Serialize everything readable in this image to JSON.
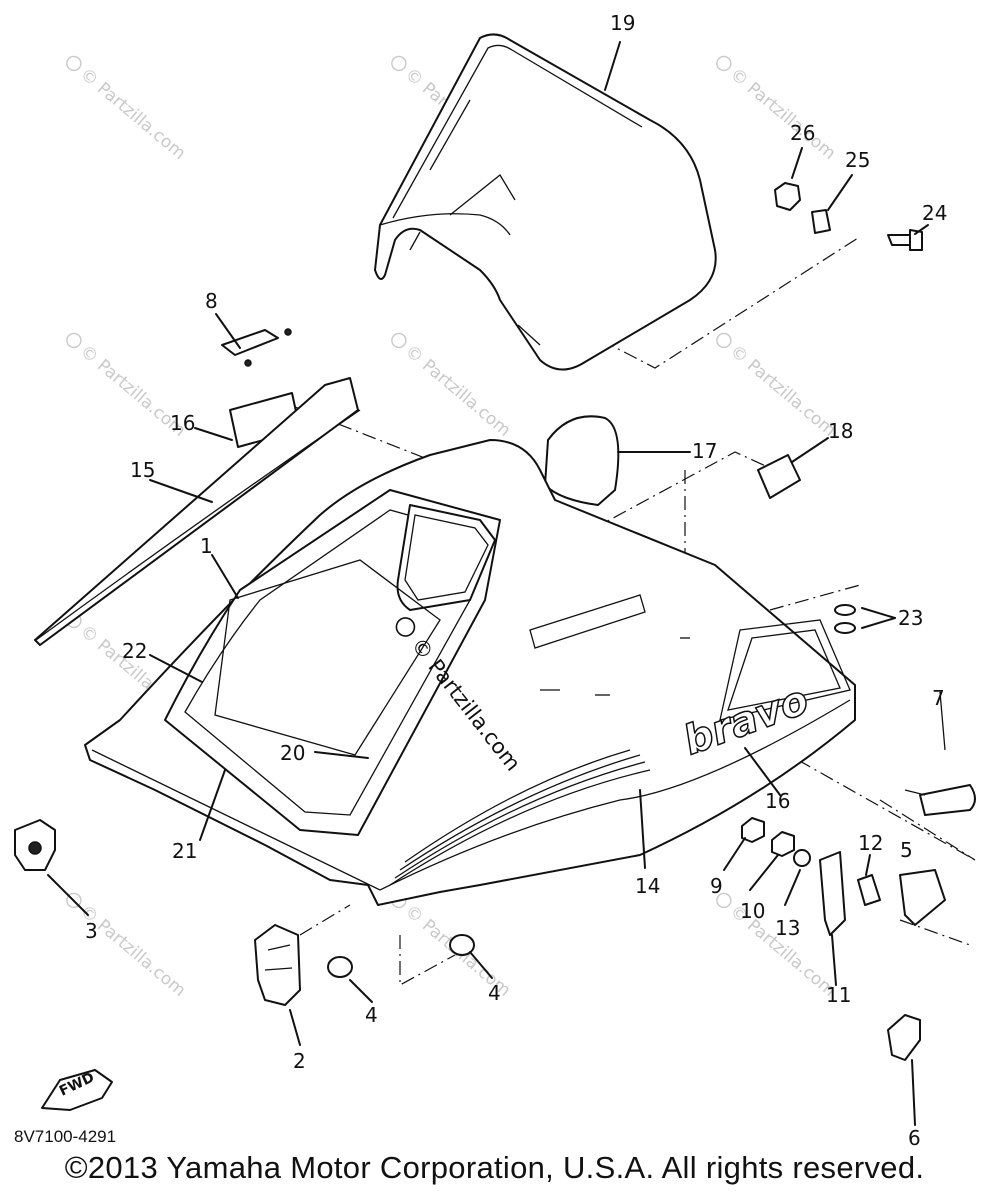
{
  "watermark": "© Partzilla.com",
  "center_watermark": "© Partzilla.com",
  "diagram_code": "8V7100-4291",
  "copyright": "©2013 Yamaha Motor Corporation, U.S.A. All rights reserved.",
  "decal_text": "bravo",
  "fwd_arrow_text": "FWD",
  "callouts": {
    "c1": "1",
    "c2": "2",
    "c3": "3",
    "c4a": "4",
    "c4b": "4",
    "c5": "5",
    "c6": "6",
    "c7": "7",
    "c8": "8",
    "c9": "9",
    "c10": "10",
    "c11": "11",
    "c12": "12",
    "c13": "13",
    "c14": "14",
    "c15": "15",
    "c16a": "16",
    "c16b": "16",
    "c17": "17",
    "c18": "18",
    "c19": "19",
    "c20": "20",
    "c21": "21",
    "c22": "22",
    "c23": "23",
    "c24": "24",
    "c25": "25",
    "c26": "26"
  }
}
